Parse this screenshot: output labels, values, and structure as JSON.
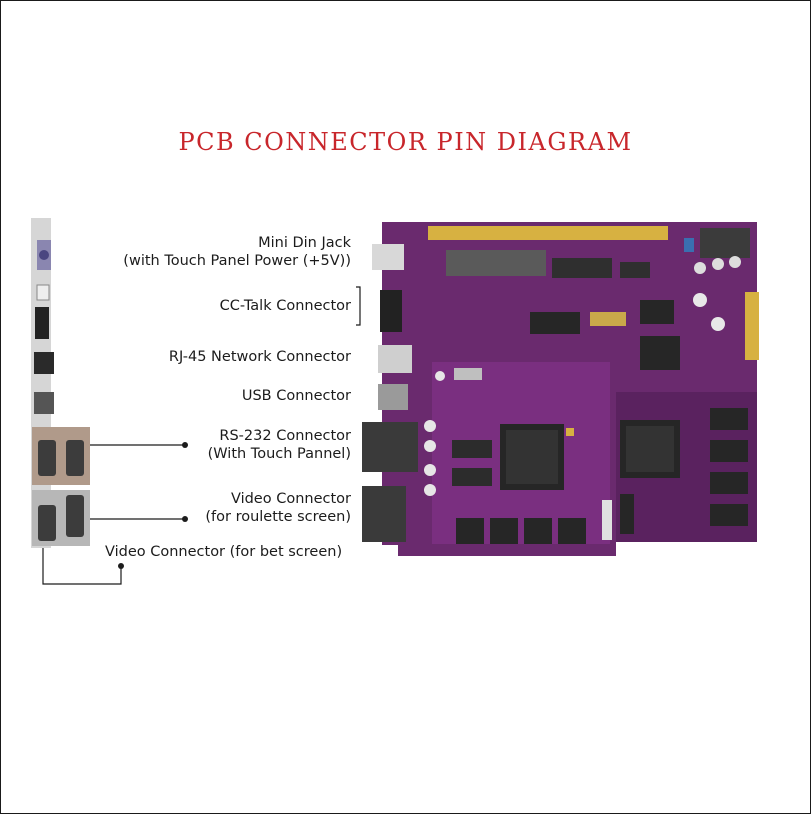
{
  "title": "PCB CONNECTOR PIN DIAGRAM",
  "colors": {
    "title": "#c8262b",
    "board": "#6a2a6e",
    "board_dark": "#4e1a54",
    "chip": "#262626",
    "gold": "#d7b141",
    "line": "#1c1c1c"
  },
  "labels": {
    "mini_din": {
      "line1": "Mini Din Jack",
      "line2": "(with Touch Panel Power (+5V))"
    },
    "cc_talk": "CC-Talk Connector",
    "rj45": "RJ-45 Network Connector",
    "usb": "USB Connector",
    "rs232": {
      "line1": "RS-232 Connector",
      "line2": "(With Touch Pannel)"
    },
    "video_roulette": {
      "line1": "Video Connector",
      "line2": "(for roulette screen)"
    },
    "video_bet": "Video Connector (for bet screen)"
  }
}
